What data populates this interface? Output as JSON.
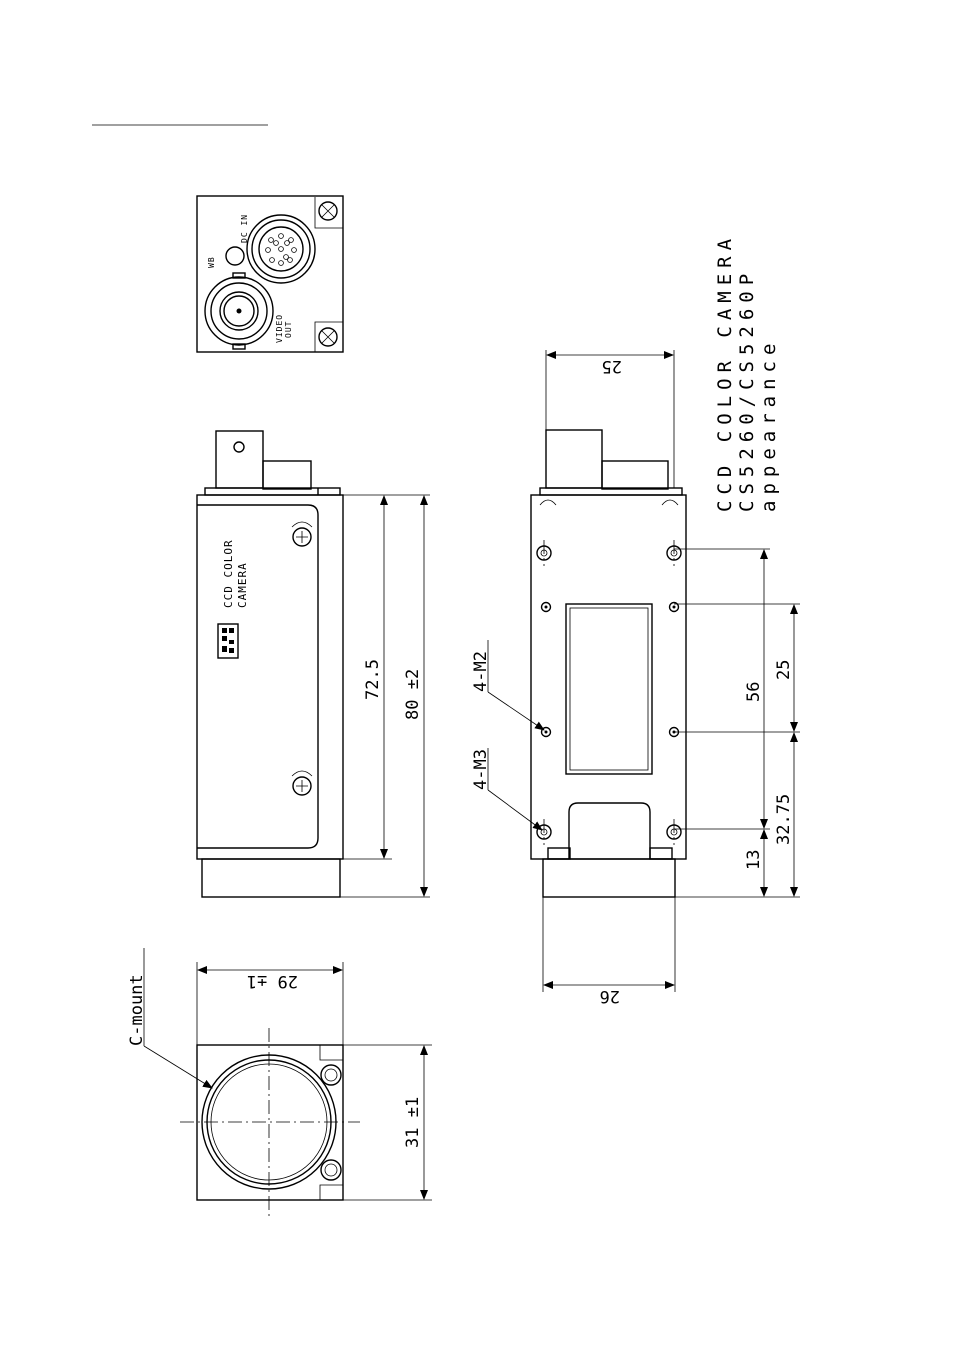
{
  "title": {
    "line1": "CCD COLOR CAMERA",
    "line2": "CS5260/CS5260P",
    "line3": "appearance"
  },
  "rear_panel": {
    "wb_label": "WB",
    "dc_in_label": "DC IN",
    "video_out_label_1": "VIDEO",
    "video_out_label_2": "OUT"
  },
  "side_view": {
    "label_line1": "CCD COLOR",
    "label_line2": "CAMERA",
    "dim_body": "72.5",
    "dim_total": "80 ±2"
  },
  "bottom_view": {
    "dim_connector_width": "25",
    "dim_holes_span": "56",
    "dim_holes_m2": "25",
    "dim_lens_offset": "13",
    "dim_m3_offset": "32.75",
    "dim_mount_width": "26",
    "callout_m2": "4-M2",
    "callout_m3": "4-M3"
  },
  "front_view": {
    "dim_width": "29 ±1",
    "dim_height": "31 ±1",
    "callout_mount": "C-mount"
  }
}
